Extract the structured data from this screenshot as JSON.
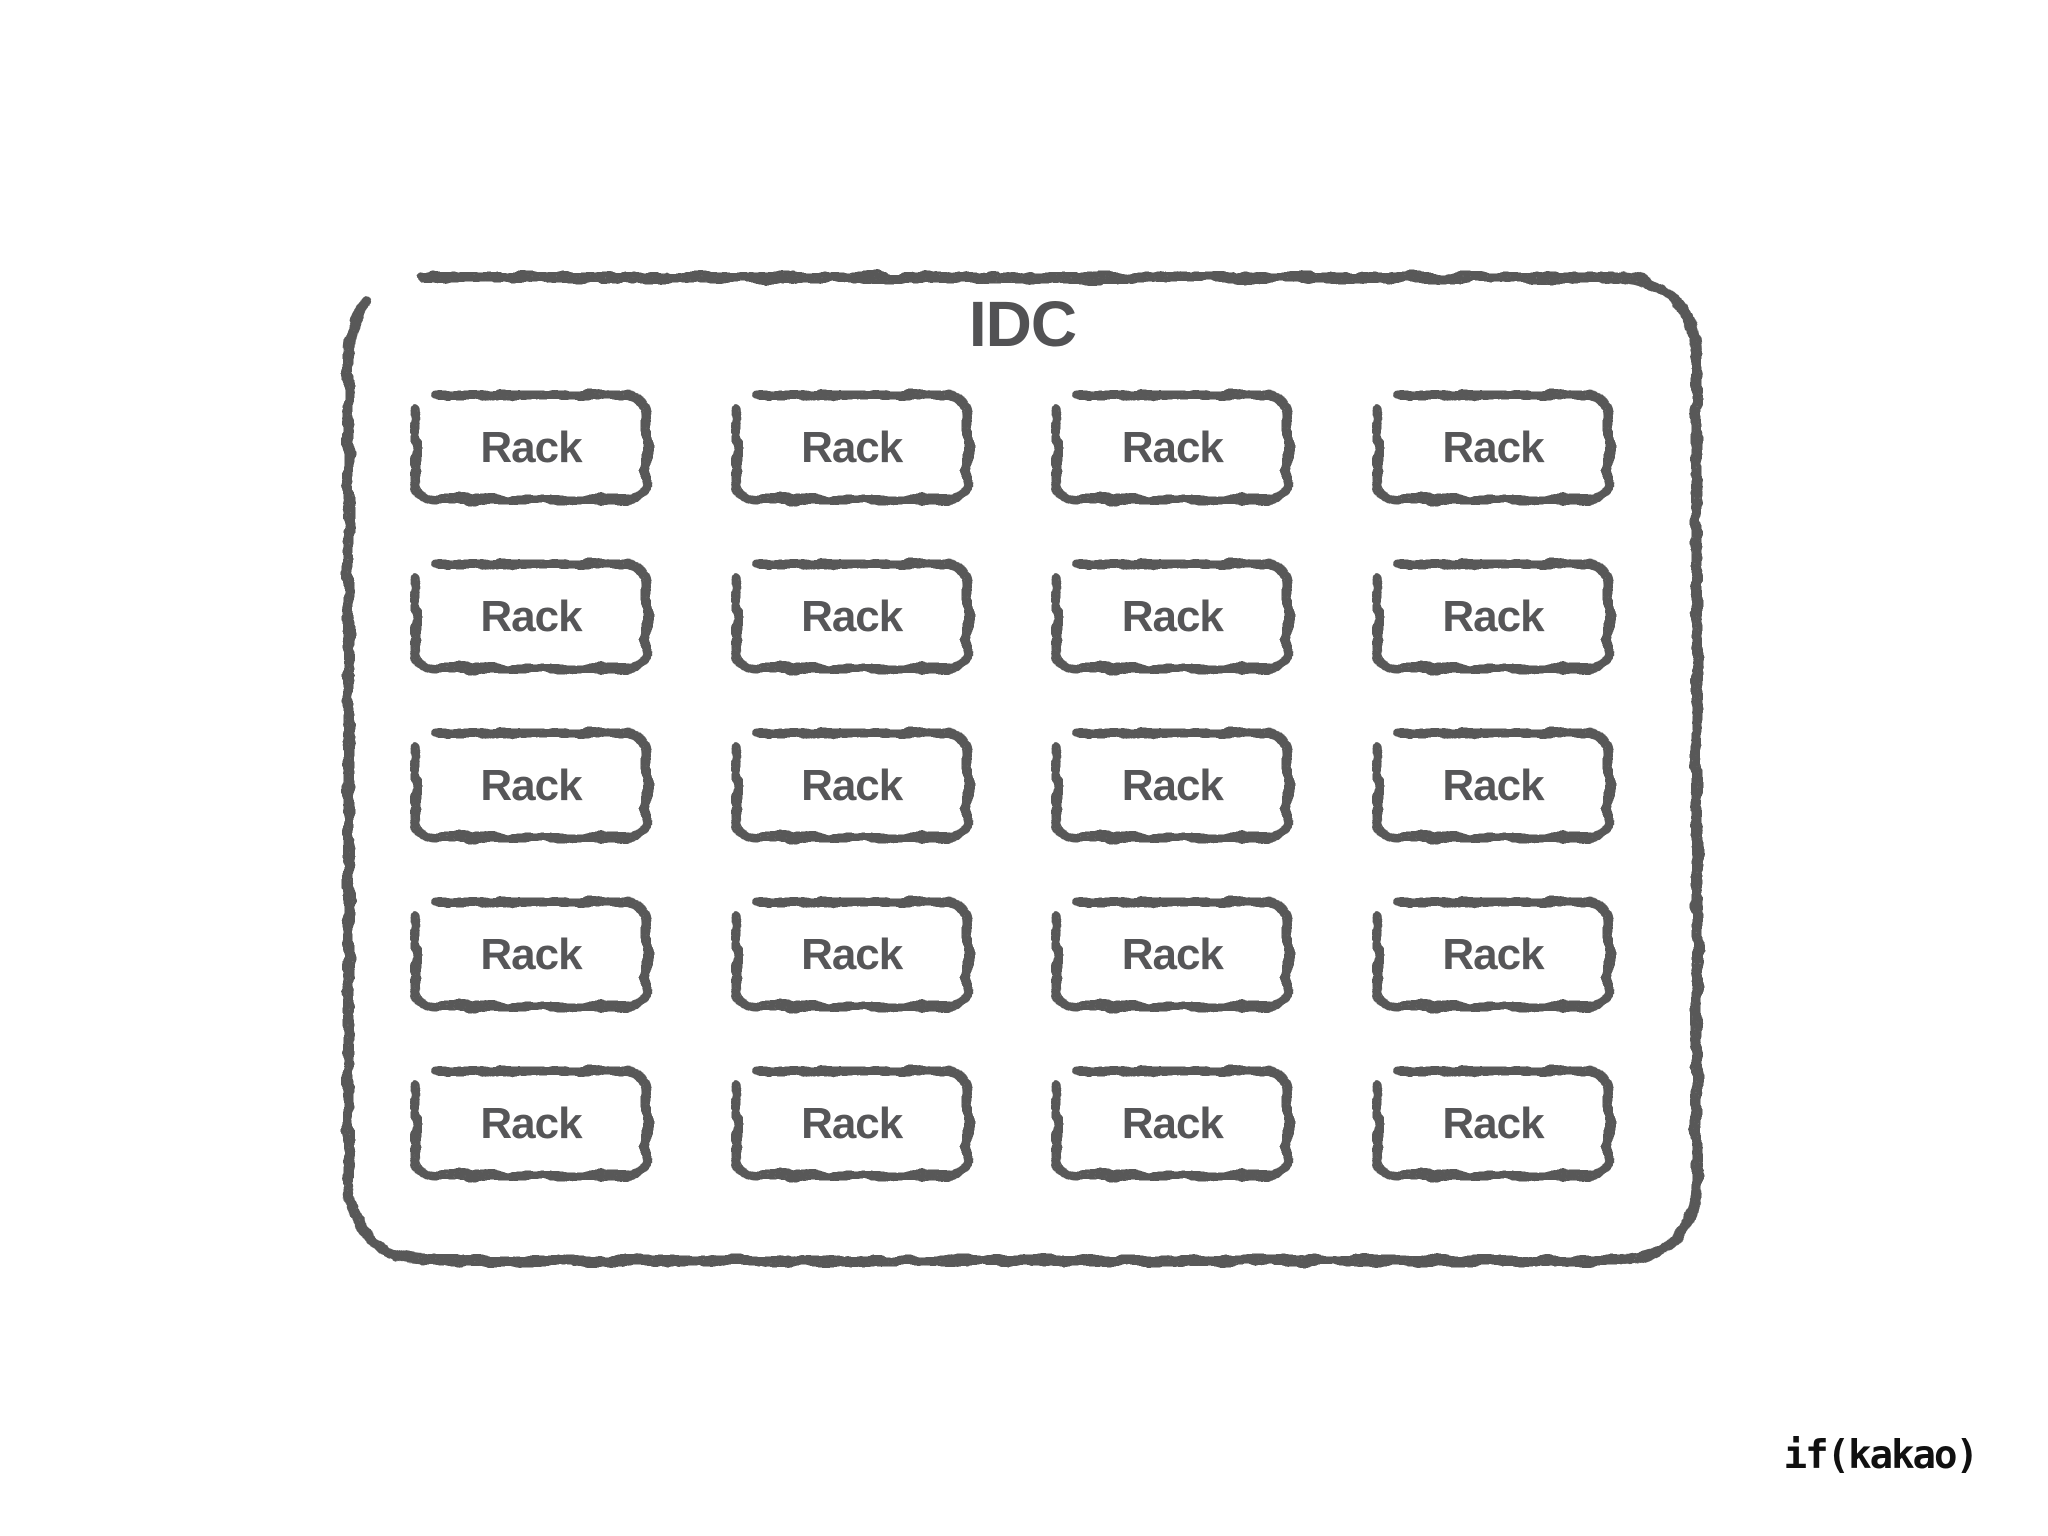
{
  "diagram": {
    "title": "IDC",
    "grid": {
      "rows": 5,
      "columns": 4,
      "total_racks": 20
    },
    "racks": [
      "Rack",
      "Rack",
      "Rack",
      "Rack",
      "Rack",
      "Rack",
      "Rack",
      "Rack",
      "Rack",
      "Rack",
      "Rack",
      "Rack",
      "Rack",
      "Rack",
      "Rack",
      "Rack",
      "Rack",
      "Rack",
      "Rack",
      "Rack"
    ],
    "colors": {
      "sketch_stroke": "#595959",
      "title_text": "#525254",
      "rack_text": "#565658",
      "background": "#ffffff",
      "watermark_text": "#101010"
    }
  },
  "watermark": {
    "label": "if(kakao)"
  }
}
